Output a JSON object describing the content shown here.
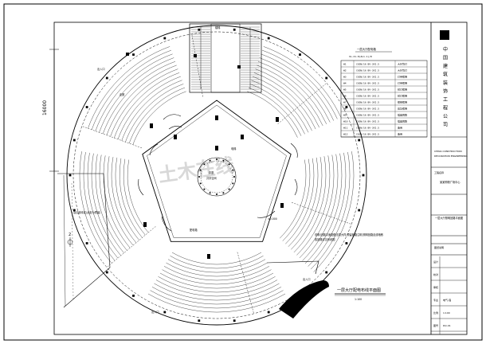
{
  "title_block": {
    "company_chars": [
      "中",
      "国",
      "建",
      "筑",
      "装",
      "饰",
      "工",
      "程",
      "公",
      "司"
    ],
    "company_en_1": "CHINA CONSTRUCTION",
    "company_en_2": "DECORATION ENGINEERING",
    "project_label": "工程名称",
    "project_name": "某某购物广场中心",
    "drawing_name": "一层大厅照明回路平面图",
    "notes_label": "图纸说明",
    "rows": [
      {
        "k": "设计",
        "v": ""
      },
      {
        "k": "校对",
        "v": ""
      },
      {
        "k": "审核",
        "v": ""
      },
      {
        "k": "专业",
        "v": "电气-强"
      },
      {
        "k": "比例",
        "v": "1:100"
      },
      {
        "k": "图号",
        "v": "DQ-01"
      }
    ]
  },
  "legend": {
    "title": "一层大厅配电箱",
    "subtitle": "XL-21-8(AL1-1)/D",
    "rows": [
      {
        "id": "W1",
        "breaker": "C65N/16",
        "cable": "BV-3X2.5",
        "note": "大厅筒灯"
      },
      {
        "id": "W2",
        "breaker": "C65N/16",
        "cable": "BV-3X2.5",
        "note": "大厅筒灯"
      },
      {
        "id": "W3",
        "breaker": "C65N/16",
        "cable": "BV-3X2.5",
        "note": "灯带照明"
      },
      {
        "id": "W4",
        "breaker": "C65N/16",
        "cable": "BV-3X2.5",
        "note": "灯带照明"
      },
      {
        "id": "W5",
        "breaker": "C65N/16",
        "cable": "BV-3X2.5",
        "note": "射灯照明"
      },
      {
        "id": "W6",
        "breaker": "C65N/16",
        "cable": "BV-3X2.5",
        "note": "射灯照明"
      },
      {
        "id": "W7",
        "breaker": "C65N/16",
        "cable": "BV-3X2.5",
        "note": "楼梯照明"
      },
      {
        "id": "W8",
        "breaker": "C65N/16",
        "cable": "BV-3X2.5",
        "note": "应急照明"
      },
      {
        "id": "W9",
        "breaker": "C65N/16",
        "cable": "BV-3X2.5",
        "note": "插座回路"
      },
      {
        "id": "W10",
        "breaker": "C65N/16",
        "cable": "BV-3X2.5",
        "note": "插座回路"
      },
      {
        "id": "W11",
        "breaker": "C65N/16",
        "cable": "BV-3X2.5",
        "note": "备用"
      },
      {
        "id": "W12",
        "breaker": "C65N/16",
        "cable": "BV-3X2.5",
        "note": "备用"
      }
    ]
  },
  "drawing": {
    "dim_main": "16000",
    "label_top": "楼梯",
    "label_left": "出入口",
    "label_left2": "走廊",
    "label_center": "中庭",
    "label_center2": "共享空间",
    "label_right": "±0.000",
    "label_bottom": "出入口",
    "label_bottom_left": "出入口",
    "label_axis": "2",
    "label_left_note": "会议接待区(此处为预留)",
    "label_pillar": "电梯",
    "label_panel": "配电箱",
    "note_text_1": "说明:回路平面图做法同大样,预留回路注明,照明回路走线暗敷",
    "note_text_2": "各回路详见系统图",
    "plan_title": "一层大厅配电布线平面图",
    "plan_scale": "1:100"
  },
  "watermark": "土木在线"
}
